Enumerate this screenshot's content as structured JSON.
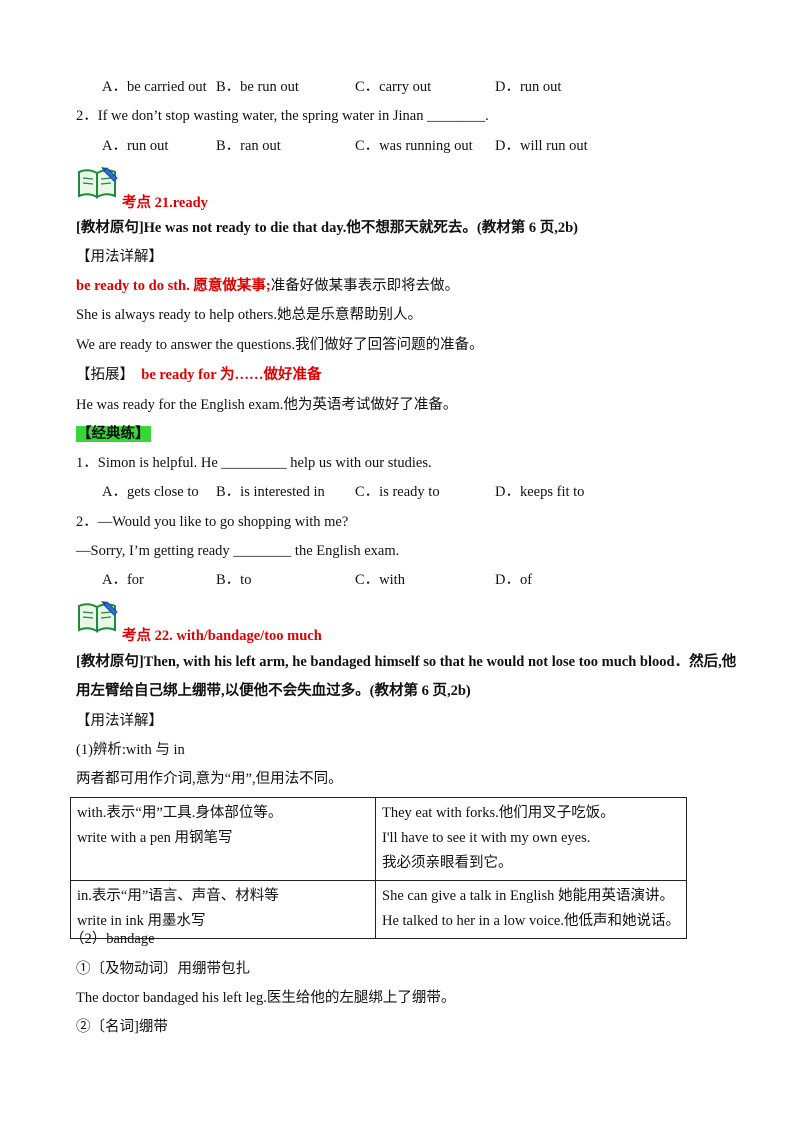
{
  "top_options": [
    "A．be carried out",
    "B．be run out",
    "C．carry out",
    "D．run out"
  ],
  "q2": {
    "stem": "2．If we don’t stop wasting water, the spring water in Jinan ________.",
    "options": [
      "A．run out",
      "B．ran out",
      "C．was running out",
      "D．will run out"
    ]
  },
  "kaodian21": {
    "title": "考点 21.ready",
    "original": "[教材原句]He was not ready to die that day.他不想那天就死去。(教材第 6 页,2b)",
    "usage_heading": "【用法详解】",
    "usage_red": "be ready to do sth. 愿意做某事;",
    "usage_rest": "准备好做某事表示即将去做。",
    "ex1": "She is always ready to help others.她总是乐意帮助别人。",
    "ex2": "We are ready to answer the questions.我们做好了回答问题的准备。",
    "ext_label": "【拓展】",
    "ext_red": "be ready for 为……做好准备",
    "ext_ex": "He was ready for the English exam.他为英语考试做好了准备。",
    "practice_label": "【经典练】",
    "p1": {
      "stem": "1．Simon is helpful. He _________ help us with our studies.",
      "options": [
        "A．gets close to",
        "B．is interested in",
        "C．is ready to",
        "D．keeps fit to"
      ]
    },
    "p2": {
      "stem": "2．—Would you like to go shopping with me?",
      "reply": "—Sorry, I’m getting ready ________ the English exam.",
      "options": [
        "A．for",
        "B．to",
        "C．with",
        "D．of"
      ]
    }
  },
  "kaodian22": {
    "title": "考点 22. with/bandage/too much",
    "original_line1": "[教材原句]Then, with his left arm, he bandaged himself so  that he would not lose too much blood．然后,他",
    "original_line2": "用左臂给自己绑上绷带,以便他不会失血过多。(教材第 6 页,2b)",
    "usage_heading": "【用法详解】",
    "sub1": "(1)辨析:with  与 in",
    "intro": "两者都可用作介词,意为“用”,但用法不同。",
    "table": [
      {
        "left": [
          "with.表示“用”工具.身体部位等。",
          "write with a pen 用钢笔写"
        ],
        "right": [
          "They eat with forks.他们用叉子吃饭。",
          "I'll have to see it with my own  eyes.",
          "我必须亲眼看到它。"
        ]
      },
      {
        "left": [
          "in.表示“用”语言、声音、材料等",
          "write in ink 用墨水写"
        ],
        "right": [
          "She can give a talk in English 她能用英语演讲。",
          "He talked to her in a low voice.他低声和她说话。"
        ]
      }
    ],
    "sub2": "（2）bandage",
    "sense1": "①〔及物动词〕用绷带包扎",
    "sense1_ex": "The doctor bandaged his left leg.医生给他的左腿绑上了绷带。",
    "sense2": "②〔名词]绷带"
  }
}
